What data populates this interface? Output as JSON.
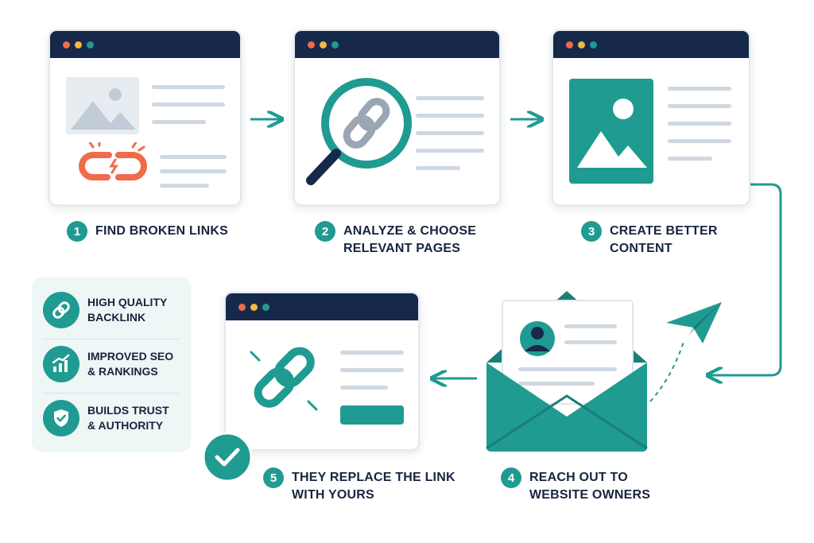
{
  "colors": {
    "teal": "#1f9b91",
    "navy": "#16294a",
    "coral": "#ef6b4a",
    "gray_line": "#cfd8e1",
    "dot_red": "#ef6b4a",
    "dot_yellow": "#f4b740",
    "dot_green": "#1f9b91"
  },
  "steps": [
    {
      "number": "1",
      "label": "FIND BROKEN LINKS"
    },
    {
      "number": "2",
      "label": "ANALYZE & CHOOSE\nRELEVANT PAGES"
    },
    {
      "number": "3",
      "label": "CREATE BETTER\nCONTENT"
    },
    {
      "number": "4",
      "label": "REACH OUT TO\nWEBSITE OWNERS"
    },
    {
      "number": "5",
      "label": "THEY REPLACE THE LINK\nWITH YOURS"
    }
  ],
  "benefits": [
    {
      "label": "HIGH QUALITY\nBACKLINK",
      "icon": "link-icon"
    },
    {
      "label": "IMPROVED SEO\n& RANKINGS",
      "icon": "chart-up-icon"
    },
    {
      "label": "BUILDS TRUST\n& AUTHORITY",
      "icon": "shield-check-icon"
    }
  ],
  "icons": {
    "broken_link": "broken-link-icon",
    "magnifier": "magnifier-link-icon",
    "image": "image-icon",
    "envelope": "envelope-icon",
    "paper_plane": "paper-plane-icon",
    "check": "check-circle-icon",
    "link": "link-icon"
  }
}
